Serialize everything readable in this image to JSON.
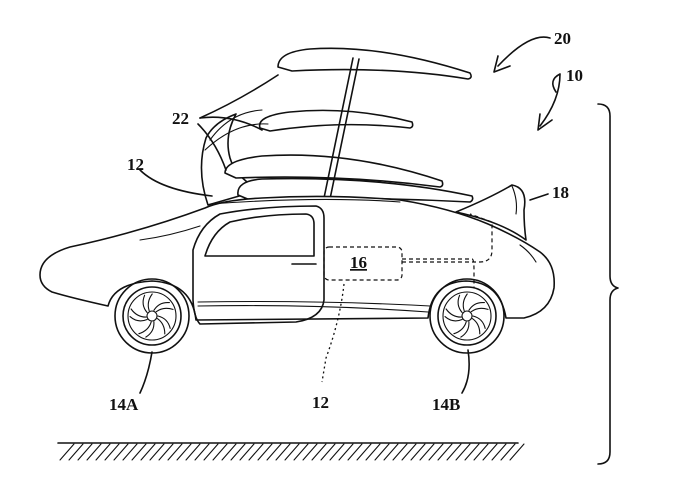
{
  "labels": {
    "flying_vehicle": "20",
    "vehicle": "10",
    "wings": "22",
    "body_top": "12",
    "body_bottom": "12",
    "tail": "18",
    "component": "16",
    "front_wheel": "14A",
    "rear_wheel": "14B"
  }
}
